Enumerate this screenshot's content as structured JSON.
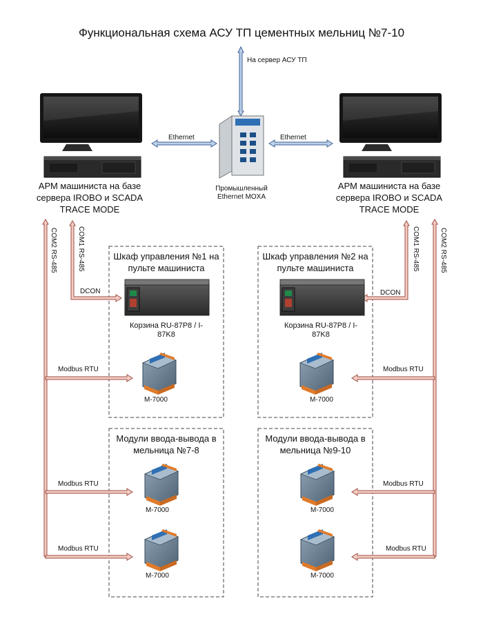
{
  "title": "Функциональная схема АСУ ТП цементных мельниц №7-10",
  "server_link": "На сервер АСУ ТП",
  "ethernet_left": "Ethernet",
  "ethernet_right": "Ethernet",
  "switch_label": "Промышленный Ethernet MOXA",
  "arm_left": "АРМ машиниста на базе сервера IROBO и SCADA TRACE MODE",
  "arm_right": "АРМ машиниста на базе сервера IROBO и SCADA TRACE MODE",
  "com2_left": "COM2 RS-485",
  "com1_left": "COM1 RS-485",
  "com1_right": "COM1 RS-485",
  "com2_right": "COM2 RS-485",
  "dcon_left": "DCON",
  "dcon_right": "DCON",
  "cabinet1_title": "Шкаф управления №1 на пульте машиниста",
  "cabinet2_title": "Шкаф управления  №2 на пульте машиниста",
  "rack_label_left": "Корзина RU-87P8 / I-87K8",
  "rack_label_right": "Корзина RU-87P8 / I-87K8",
  "io1_title": "Модули ввода-вывода в мельница №7-8",
  "io2_title": "Модули ввода-вывода в мельница №9-10",
  "module_label": "M-7000",
  "modbus_label": "Modbus RTU",
  "colors": {
    "bus_fill": "#f4cdc3",
    "bus_edge": "#9b4d43",
    "eth_fill": "#bcd0ea",
    "eth_edge": "#3e5f93"
  }
}
